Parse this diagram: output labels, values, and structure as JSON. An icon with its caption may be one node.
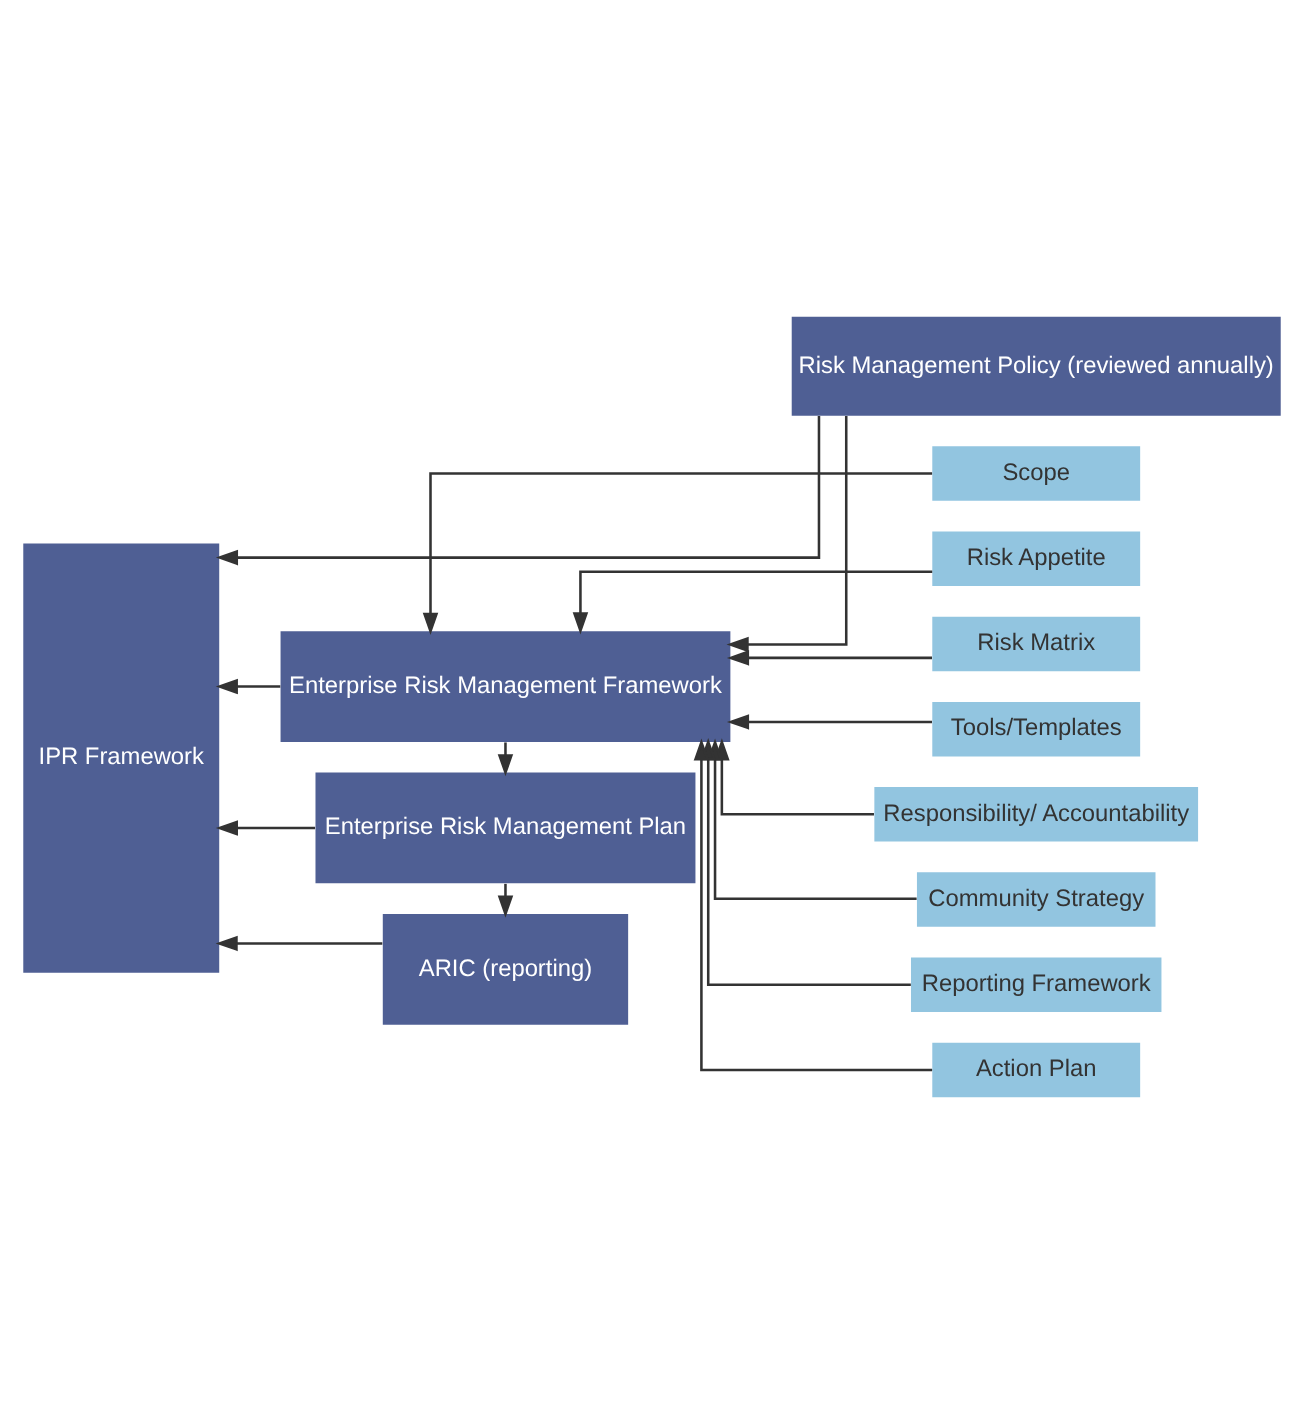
{
  "diagram": {
    "nodes": [
      {
        "text": [
          "Risk Management Policy (reviewed annually)"
        ]
      },
      {
        "text": [
          "IPR Framework"
        ]
      },
      {
        "text": [
          "Enterprise Risk Management Framework"
        ]
      },
      {
        "text": [
          "Enterprise Risk Management Plan"
        ]
      },
      {
        "text": [
          "ARIC (reporting)"
        ]
      },
      {
        "text": [
          "Scope"
        ]
      },
      {
        "text": [
          "Risk Appetite"
        ]
      },
      {
        "text": [
          "Risk Matrix"
        ]
      },
      {
        "text": [
          "Tools/Templates"
        ]
      },
      {
        "text": [
          "Responsibility/ Accountability"
        ]
      },
      {
        "text": [
          "Community Strategy"
        ]
      },
      {
        "text": [
          "Reporting Framework"
        ]
      },
      {
        "text": [
          "Action Plan"
        ]
      }
    ],
    "edges": [
      {
        "from": 0,
        "to": 1,
        "arrow": "to"
      },
      {
        "from": 0,
        "to": 2,
        "arrow": "to"
      },
      {
        "from": 2,
        "to": 1,
        "arrow": "to"
      },
      {
        "from": 2,
        "to": 3,
        "arrow": "to"
      },
      {
        "from": 3,
        "to": 1,
        "arrow": "to"
      },
      {
        "from": 3,
        "to": 4,
        "arrow": "to"
      },
      {
        "from": 4,
        "to": 1,
        "arrow": "to"
      },
      {
        "from": 5,
        "to": 2,
        "arrow": "to"
      },
      {
        "from": 6,
        "to": 2,
        "arrow": "to"
      },
      {
        "from": 7,
        "to": 2,
        "arrow": "to"
      },
      {
        "from": 8,
        "to": 2,
        "arrow": "to"
      },
      {
        "from": 9,
        "to": 2,
        "arrow": "to"
      },
      {
        "from": 10,
        "to": 2,
        "arrow": "to"
      },
      {
        "from": 11,
        "to": 2,
        "arrow": "to"
      },
      {
        "from": 12,
        "to": 2,
        "arrow": "to"
      }
    ]
  }
}
